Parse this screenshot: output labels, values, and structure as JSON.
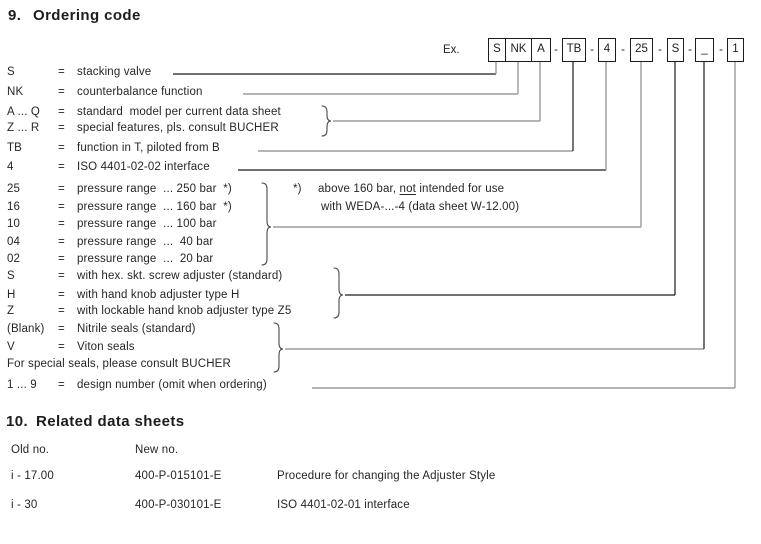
{
  "section9": {
    "number": "9.",
    "title": "Ordering code",
    "example_label": "Ex.",
    "separator": "-",
    "code_boxes": [
      "S",
      "NK",
      "A",
      "TB",
      "4",
      "25",
      "S",
      "_",
      "1"
    ],
    "rows": [
      {
        "code": "S",
        "eq": "=",
        "desc": "stacking valve"
      },
      {
        "code": "NK",
        "eq": "=",
        "desc": "counterbalance function"
      },
      {
        "code": "A ... Q",
        "eq": "=",
        "desc": "standard  model per current data sheet"
      },
      {
        "code": "Z ... R",
        "eq": "=",
        "desc": "special features, pls. consult BUCHER"
      },
      {
        "code": "TB",
        "eq": "=",
        "desc": "function in T, piloted from B"
      },
      {
        "code": "4",
        "eq": "=",
        "desc": "ISO 4401-02-02 interface"
      },
      {
        "code": "25",
        "eq": "=",
        "desc": "pressure range  ... 250 bar  *)"
      },
      {
        "code": "16",
        "eq": "=",
        "desc": "pressure range  ... 160 bar  *)"
      },
      {
        "code": "10",
        "eq": "=",
        "desc": "pressure range  ... 100 bar"
      },
      {
        "code": "04",
        "eq": "=",
        "desc": "pressure range  ...  40 bar"
      },
      {
        "code": "02",
        "eq": "=",
        "desc": "pressure range  ...  20 bar"
      },
      {
        "code": "S",
        "eq": "=",
        "desc": "with hex. skt. screw adjuster (standard)"
      },
      {
        "code": "H",
        "eq": "=",
        "desc": "with hand knob adjuster type H"
      },
      {
        "code": "Z",
        "eq": "=",
        "desc": "with lockable hand knob adjuster type Z5"
      },
      {
        "code": "(Blank)",
        "eq": "=",
        "desc": "Nitrile seals (standard)"
      },
      {
        "code": "V",
        "eq": "=",
        "desc": "Viton seals"
      },
      {
        "code": "",
        "eq": "",
        "desc": "For special seals, please consult BUCHER"
      },
      {
        "code": "1 ... 9",
        "eq": "=",
        "desc": "design number (omit when ordering)"
      }
    ],
    "footnote": {
      "marker": "*)",
      "line1_pre": "above 160 bar, ",
      "line1_underlined": "not",
      "line1_post": " intended for use",
      "line2": "with WEDA-...-4 (data sheet W-12.00)"
    }
  },
  "section10": {
    "number": "10.",
    "title": "Related data sheets",
    "columns": {
      "old": "Old no.",
      "new": "New no."
    },
    "rows": [
      {
        "old": "i - 17.00",
        "new": "400-P-015101-E",
        "desc": "Procedure for changing the Adjuster Style"
      },
      {
        "old": "i - 30",
        "new": "400-P-030101-E",
        "desc": "ISO 4401-02-01 interface"
      }
    ]
  }
}
